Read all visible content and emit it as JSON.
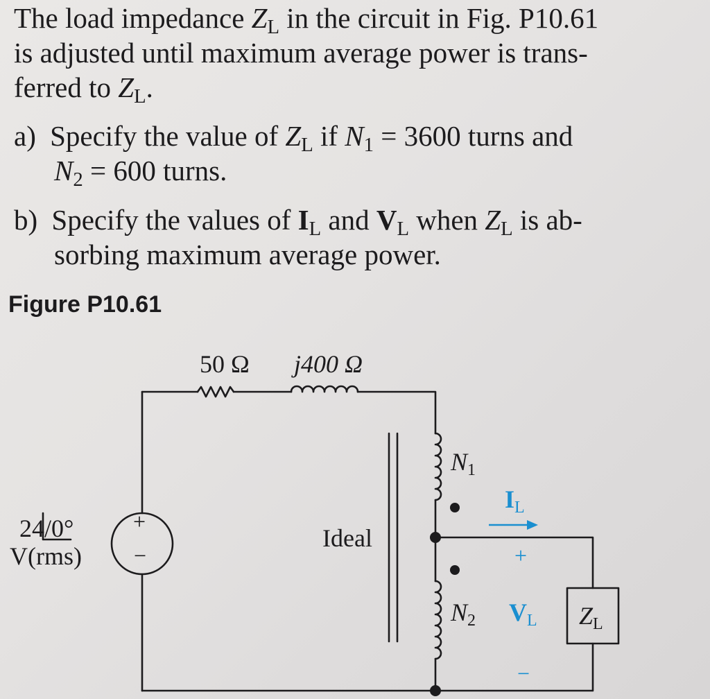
{
  "problem": {
    "intro_line1": "The load impedance",
    "intro_line1_end": "in the circuit in Fig. P10.61",
    "intro_line2": "is adjusted until maximum average power is trans-",
    "intro_line3": "ferred to",
    "part_a_label": "a)",
    "part_a_line1_pre": "Specify the value of",
    "part_a_line1_mid": "if",
    "part_a_line1_end": "= 3600 turns and",
    "part_a_line2_end": "= 600 turns.",
    "part_b_label": "b)",
    "part_b_line1_pre": "Specify the values of",
    "part_b_line1_and": "and",
    "part_b_line1_when": "when",
    "part_b_line1_end": "is ab-",
    "part_b_line2": "sorbing maximum average power."
  },
  "symbols": {
    "Z": "Z",
    "L": "L",
    "N": "N",
    "one": "1",
    "two": "2",
    "I": "I",
    "V": "V",
    "period": "."
  },
  "figure": {
    "title": "Figure P10.61",
    "resistor_label": "50 Ω",
    "inductor_label": "j400 Ω",
    "source_value": "24/0°",
    "source_unit": "V(rms)",
    "source_plus": "+",
    "source_minus": "−",
    "transformer_label": "Ideal",
    "n1_label": "N",
    "n1_sub": "1",
    "n2_label": "N",
    "n2_sub": "2",
    "current_label": "I",
    "current_sub": "L",
    "voltage_label": "V",
    "voltage_sub": "L",
    "voltage_plus": "+",
    "voltage_minus": "−",
    "load_label": "Z",
    "load_sub": "L"
  },
  "colors": {
    "accent_blue": "#1a8fd0",
    "text": "#1c1b1d"
  }
}
